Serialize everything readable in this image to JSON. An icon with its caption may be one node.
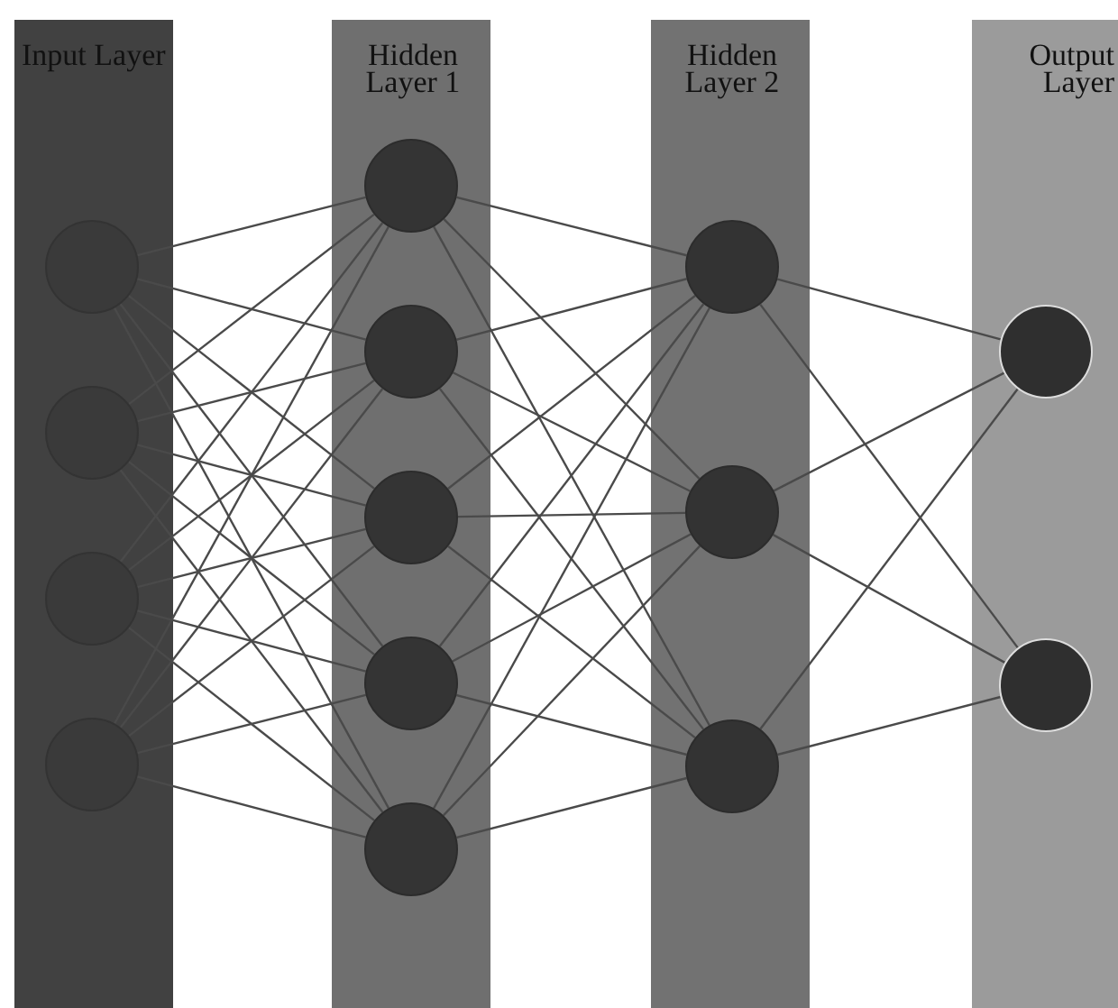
{
  "diagram": {
    "nodes": [
      {
        "text": [
          "Input Layer"
        ]
      },
      {
        "text": [],
        "shape": "circle",
        "in": 0
      },
      {
        "text": [],
        "shape": "circle",
        "in": 0
      },
      {
        "text": [],
        "shape": "circle",
        "in": 0
      },
      {
        "text": [],
        "shape": "circle",
        "in": 0
      },
      {
        "text": [
          "Hidden Layer 1"
        ]
      },
      {
        "text": [],
        "shape": "circle",
        "in": 5
      },
      {
        "text": [],
        "shape": "circle",
        "in": 5
      },
      {
        "text": [],
        "shape": "circle",
        "in": 5
      },
      {
        "text": [],
        "shape": "circle",
        "in": 5
      },
      {
        "text": [],
        "shape": "circle",
        "in": 5
      },
      {
        "text": [
          "Hidden Layer 2"
        ]
      },
      {
        "text": [],
        "shape": "circle",
        "in": 11
      },
      {
        "text": [],
        "shape": "circle",
        "in": 11
      },
      {
        "text": [],
        "shape": "circle",
        "in": 11
      },
      {
        "text": [
          "Output Layer"
        ]
      },
      {
        "text": [],
        "shape": "circle",
        "in": 15
      },
      {
        "text": [],
        "shape": "circle",
        "in": 15
      }
    ],
    "edges": [
      {
        "from": 1,
        "to": 6,
        "arrow": "none"
      },
      {
        "from": 1,
        "to": 7,
        "arrow": "none"
      },
      {
        "from": 1,
        "to": 8,
        "arrow": "none"
      },
      {
        "from": 1,
        "to": 9,
        "arrow": "none"
      },
      {
        "from": 1,
        "to": 10,
        "arrow": "none"
      },
      {
        "from": 2,
        "to": 6,
        "arrow": "none"
      },
      {
        "from": 2,
        "to": 7,
        "arrow": "none"
      },
      {
        "from": 2,
        "to": 8,
        "arrow": "none"
      },
      {
        "from": 2,
        "to": 9,
        "arrow": "none"
      },
      {
        "from": 2,
        "to": 10,
        "arrow": "none"
      },
      {
        "from": 3,
        "to": 6,
        "arrow": "none"
      },
      {
        "from": 3,
        "to": 7,
        "arrow": "none"
      },
      {
        "from": 3,
        "to": 8,
        "arrow": "none"
      },
      {
        "from": 3,
        "to": 9,
        "arrow": "none"
      },
      {
        "from": 3,
        "to": 10,
        "arrow": "none"
      },
      {
        "from": 4,
        "to": 6,
        "arrow": "none"
      },
      {
        "from": 4,
        "to": 7,
        "arrow": "none"
      },
      {
        "from": 4,
        "to": 8,
        "arrow": "none"
      },
      {
        "from": 4,
        "to": 9,
        "arrow": "none"
      },
      {
        "from": 4,
        "to": 10,
        "arrow": "none"
      },
      {
        "from": 6,
        "to": 12,
        "arrow": "none"
      },
      {
        "from": 6,
        "to": 13,
        "arrow": "none"
      },
      {
        "from": 6,
        "to": 14,
        "arrow": "none"
      },
      {
        "from": 7,
        "to": 12,
        "arrow": "none"
      },
      {
        "from": 7,
        "to": 13,
        "arrow": "none"
      },
      {
        "from": 7,
        "to": 14,
        "arrow": "none"
      },
      {
        "from": 8,
        "to": 12,
        "arrow": "none"
      },
      {
        "from": 8,
        "to": 13,
        "arrow": "none"
      },
      {
        "from": 8,
        "to": 14,
        "arrow": "none"
      },
      {
        "from": 9,
        "to": 12,
        "arrow": "none"
      },
      {
        "from": 9,
        "to": 13,
        "arrow": "none"
      },
      {
        "from": 9,
        "to": 14,
        "arrow": "none"
      },
      {
        "from": 10,
        "to": 12,
        "arrow": "none"
      },
      {
        "from": 10,
        "to": 13,
        "arrow": "none"
      },
      {
        "from": 10,
        "to": 14,
        "arrow": "none"
      },
      {
        "from": 12,
        "to": 16,
        "arrow": "none"
      },
      {
        "from": 12,
        "to": 17,
        "arrow": "none"
      },
      {
        "from": 13,
        "to": 16,
        "arrow": "none"
      },
      {
        "from": 13,
        "to": 17,
        "arrow": "none"
      },
      {
        "from": 14,
        "to": 16,
        "arrow": "none"
      },
      {
        "from": 14,
        "to": 17,
        "arrow": "none"
      }
    ]
  }
}
